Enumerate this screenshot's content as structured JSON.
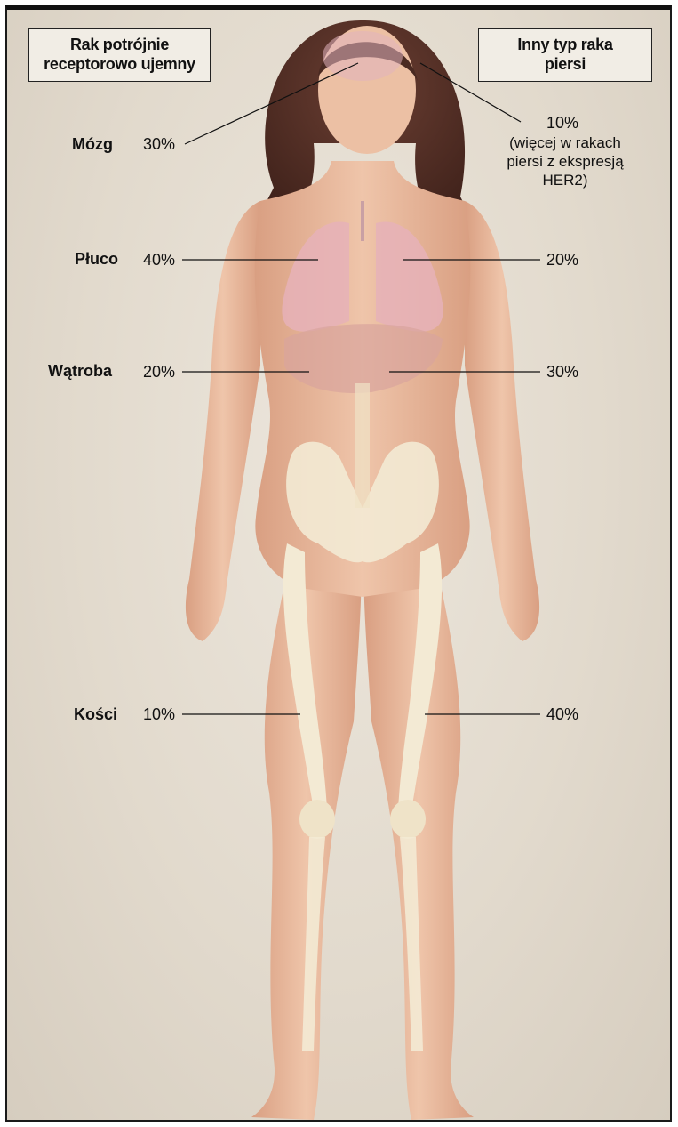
{
  "header_left": "Rak potrójnie\nreceptorowo ujemny",
  "header_right": "Inny typ raka\npiersi",
  "organs": [
    {
      "name": "Mózg",
      "left_pct": "30%",
      "right_pct": "10%",
      "right_note": "(więcej w rakach\npiersi z ekspresją\nHER2)"
    },
    {
      "name": "Płuco",
      "left_pct": "40%",
      "right_pct": "20%"
    },
    {
      "name": "Wątroba",
      "left_pct": "20%",
      "right_pct": "30%"
    },
    {
      "name": "Kości",
      "left_pct": "10%",
      "right_pct": "40%"
    }
  ],
  "colors": {
    "skin": "#e8b89c",
    "bone": "#f3ead4",
    "lung": "#e6b2b8",
    "liver": "#d9a49c",
    "hair": "#4a2a22"
  }
}
